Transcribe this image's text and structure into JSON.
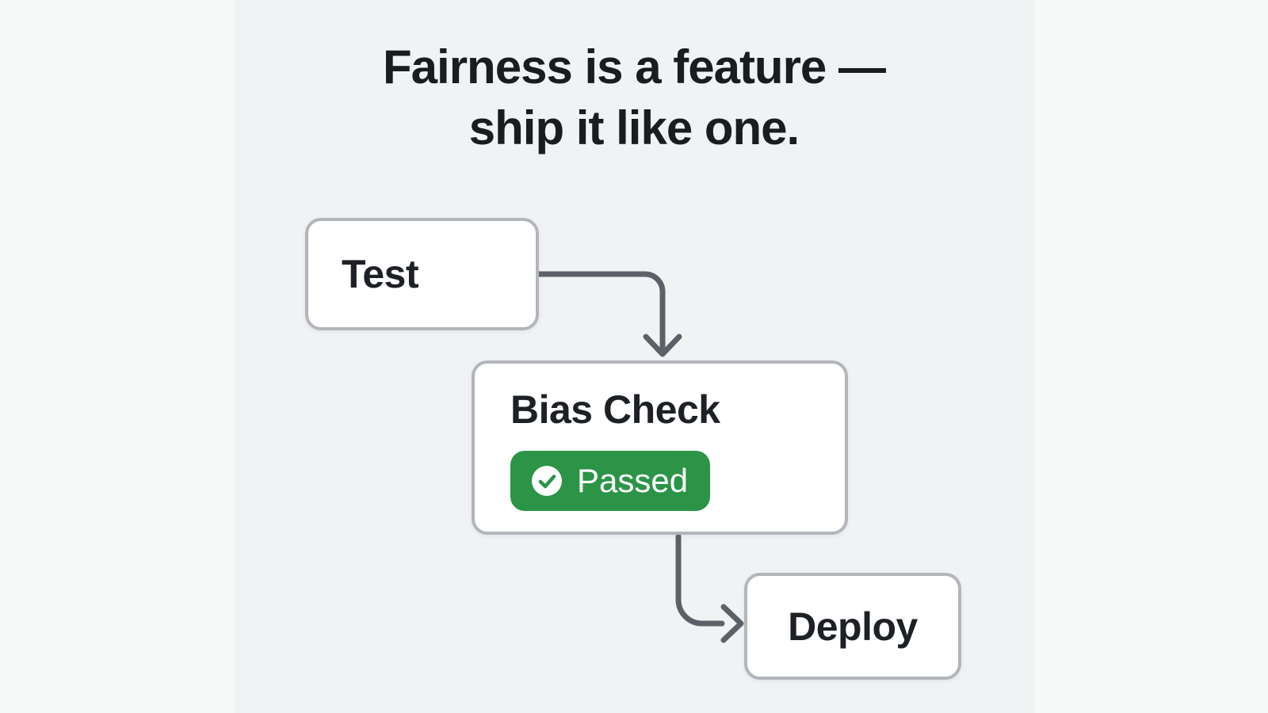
{
  "title": {
    "line1": "Fairness is a feature —",
    "line2": "ship it like one."
  },
  "diagram": {
    "nodes": [
      {
        "id": "test",
        "label": "Test"
      },
      {
        "id": "bias_check",
        "label": "Bias Check",
        "badge": {
          "label": "Passed",
          "icon": "check-circle-icon"
        }
      },
      {
        "id": "deploy",
        "label": "Deploy"
      }
    ],
    "edges": [
      {
        "from": "test",
        "to": "bias_check"
      },
      {
        "from": "bias_check",
        "to": "deploy"
      }
    ]
  },
  "colors": {
    "background_side": "#f7f8f8",
    "background_center": "#f1f2f4",
    "node_fill": "#ffffff",
    "node_border": "#b2b5ba",
    "arrow": "#5c6167",
    "badge_green": "#2b9447",
    "badge_text": "#ffffff",
    "title_text": "#191c20",
    "node_text": "#1d2025"
  }
}
